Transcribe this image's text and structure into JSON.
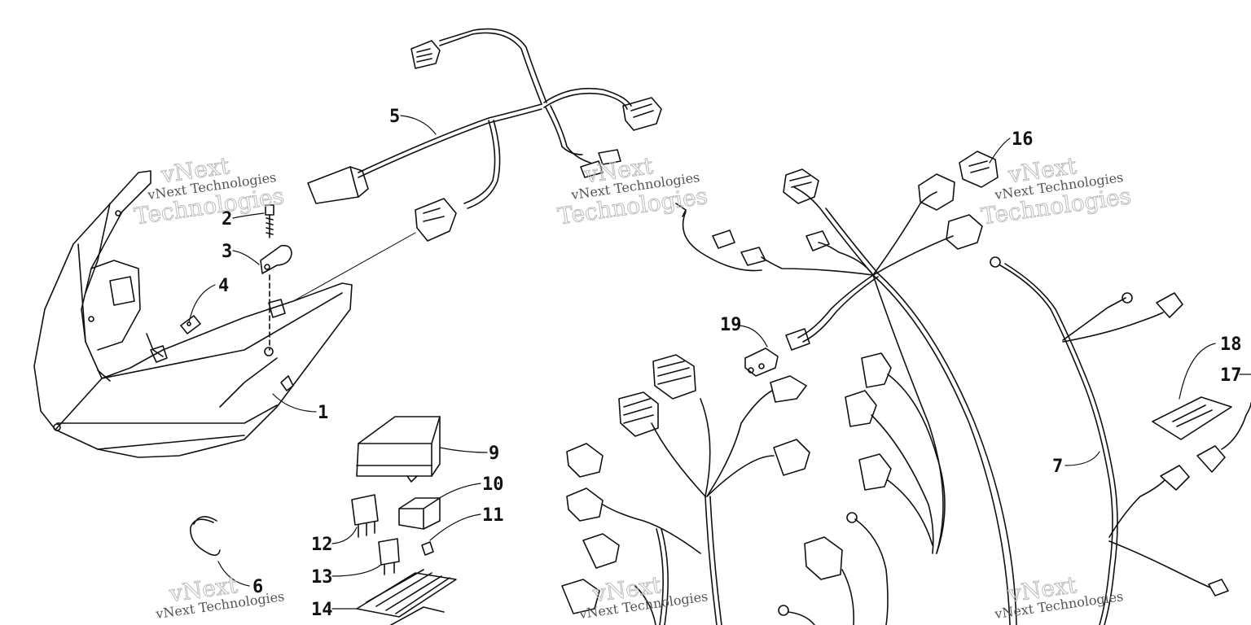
{
  "watermark": {
    "line1": "vNext",
    "line2": "vNext Technologies",
    "line3": "Technologies"
  },
  "callouts": [
    {
      "id": "1",
      "label": "1"
    },
    {
      "id": "2",
      "label": "2"
    },
    {
      "id": "3",
      "label": "3"
    },
    {
      "id": "4",
      "label": "4"
    },
    {
      "id": "5",
      "label": "5"
    },
    {
      "id": "6",
      "label": "6"
    },
    {
      "id": "7",
      "label": "7"
    },
    {
      "id": "9",
      "label": "9"
    },
    {
      "id": "10",
      "label": "10"
    },
    {
      "id": "11",
      "label": "11"
    },
    {
      "id": "12",
      "label": "12"
    },
    {
      "id": "13",
      "label": "13"
    },
    {
      "id": "14",
      "label": "14"
    },
    {
      "id": "16",
      "label": "16"
    },
    {
      "id": "17",
      "label": "17"
    },
    {
      "id": "18",
      "label": "18"
    },
    {
      "id": "19",
      "label": "19"
    }
  ],
  "colors": {
    "ink": "#111111",
    "watermark": "#bdbdbd"
  }
}
